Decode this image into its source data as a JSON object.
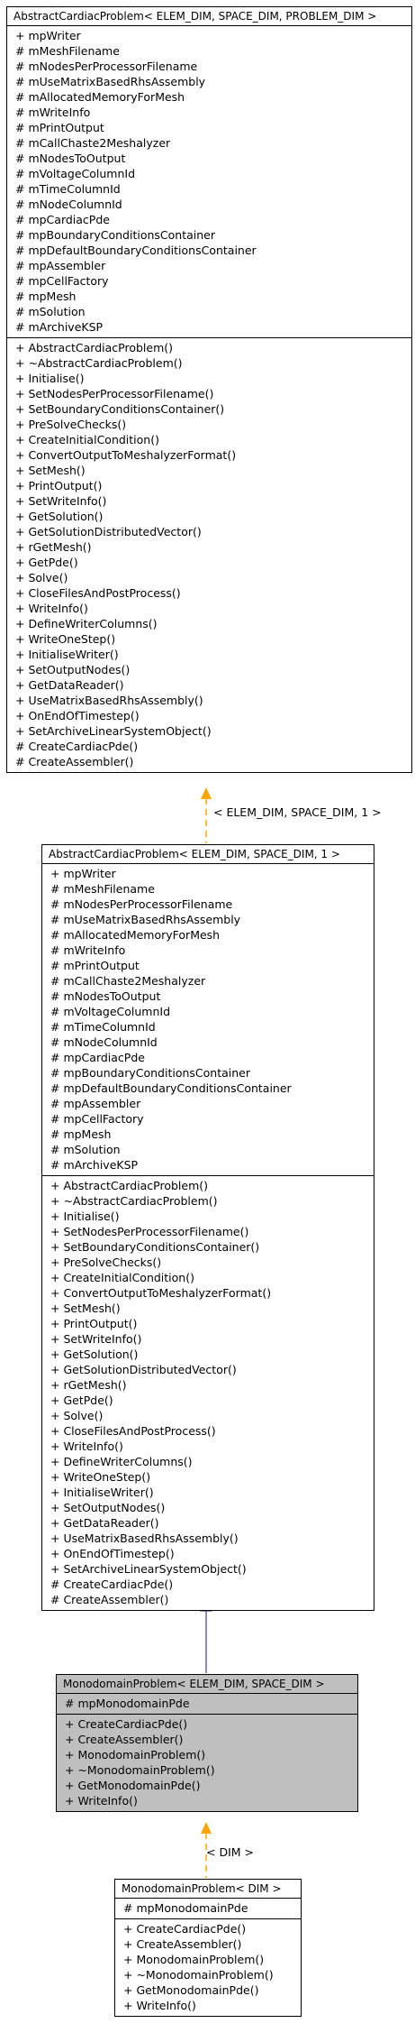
{
  "boxes": {
    "top": {
      "title": "AbstractCardiacProblem< ELEM_DIM, SPACE_DIM, PROBLEM_DIM >",
      "attributes": [
        "+ mpWriter",
        "# mMeshFilename",
        "# mNodesPerProcessorFilename",
        "# mUseMatrixBasedRhsAssembly",
        "# mAllocatedMemoryForMesh",
        "# mWriteInfo",
        "# mPrintOutput",
        "# mCallChaste2Meshalyzer",
        "# mNodesToOutput",
        "# mVoltageColumnId",
        "# mTimeColumnId",
        "# mNodeColumnId",
        "# mpCardiacPde",
        "# mpBoundaryConditionsContainer",
        "# mpDefaultBoundaryConditionsContainer",
        "# mpAssembler",
        "# mpCellFactory",
        "# mpMesh",
        "# mSolution",
        "# mArchiveKSP"
      ],
      "methods": [
        "+ AbstractCardiacProblem()",
        "+ ~AbstractCardiacProblem()",
        "+ Initialise()",
        "+ SetNodesPerProcessorFilename()",
        "+ SetBoundaryConditionsContainer()",
        "+ PreSolveChecks()",
        "+ CreateInitialCondition()",
        "+ ConvertOutputToMeshalyzerFormat()",
        "+ SetMesh()",
        "+ PrintOutput()",
        "+ SetWriteInfo()",
        "+ GetSolution()",
        "+ GetSolutionDistributedVector()",
        "+ rGetMesh()",
        "+ GetPde()",
        "+ Solve()",
        "+ CloseFilesAndPostProcess()",
        "+ WriteInfo()",
        "+ DefineWriterColumns()",
        "+ WriteOneStep()",
        "+ InitialiseWriter()",
        "+ SetOutputNodes()",
        "+ GetDataReader()",
        "+ UseMatrixBasedRhsAssembly()",
        "+ OnEndOfTimestep()",
        "+ SetArchiveLinearSystemObject()",
        "# CreateCardiacPde()",
        "# CreateAssembler()"
      ]
    },
    "mid": {
      "title": "AbstractCardiacProblem< ELEM_DIM, SPACE_DIM, 1 >",
      "attributes": [
        "+ mpWriter",
        "# mMeshFilename",
        "# mNodesPerProcessorFilename",
        "# mUseMatrixBasedRhsAssembly",
        "# mAllocatedMemoryForMesh",
        "# mWriteInfo",
        "# mPrintOutput",
        "# mCallChaste2Meshalyzer",
        "# mNodesToOutput",
        "# mVoltageColumnId",
        "# mTimeColumnId",
        "# mNodeColumnId",
        "# mpCardiacPde",
        "# mpBoundaryConditionsContainer",
        "# mpDefaultBoundaryConditionsContainer",
        "# mpAssembler",
        "# mpCellFactory",
        "# mpMesh",
        "# mSolution",
        "# mArchiveKSP"
      ],
      "methods": [
        "+ AbstractCardiacProblem()",
        "+ ~AbstractCardiacProblem()",
        "+ Initialise()",
        "+ SetNodesPerProcessorFilename()",
        "+ SetBoundaryConditionsContainer()",
        "+ PreSolveChecks()",
        "+ CreateInitialCondition()",
        "+ ConvertOutputToMeshalyzerFormat()",
        "+ SetMesh()",
        "+ PrintOutput()",
        "+ SetWriteInfo()",
        "+ GetSolution()",
        "+ GetSolutionDistributedVector()",
        "+ rGetMesh()",
        "+ GetPde()",
        "+ Solve()",
        "+ CloseFilesAndPostProcess()",
        "+ WriteInfo()",
        "+ DefineWriterColumns()",
        "+ WriteOneStep()",
        "+ InitialiseWriter()",
        "+ SetOutputNodes()",
        "+ GetDataReader()",
        "+ UseMatrixBasedRhsAssembly()",
        "+ OnEndOfTimestep()",
        "+ SetArchiveLinearSystemObject()",
        "# CreateCardiacPde()",
        "# CreateAssembler()"
      ]
    },
    "mono": {
      "title": "MonodomainProblem< ELEM_DIM, SPACE_DIM >",
      "attributes": [
        "# mpMonodomainPde"
      ],
      "methods": [
        "+ CreateCardiacPde()",
        "+ CreateAssembler()",
        "+ MonodomainProblem()",
        "+ ~MonodomainProblem()",
        "+ GetMonodomainPde()",
        "+ WriteInfo()"
      ]
    },
    "bottom": {
      "title": "MonodomainProblem< DIM >",
      "attributes": [
        "# mpMonodomainPde"
      ],
      "methods": [
        "+ CreateCardiacPde()",
        "+ CreateAssembler()",
        "+ MonodomainProblem()",
        "+ ~MonodomainProblem()",
        "+ GetMonodomainPde()",
        "+ WriteInfo()"
      ]
    }
  },
  "edges": {
    "top_to_mid_label": "< ELEM_DIM, SPACE_DIM, 1 >",
    "mono_to_bottom_label": "< DIM >"
  },
  "colors": {
    "template_edge": "#ffa500",
    "inheritance_edge": "#191970",
    "highlight_fill": "#bfbfbf"
  }
}
